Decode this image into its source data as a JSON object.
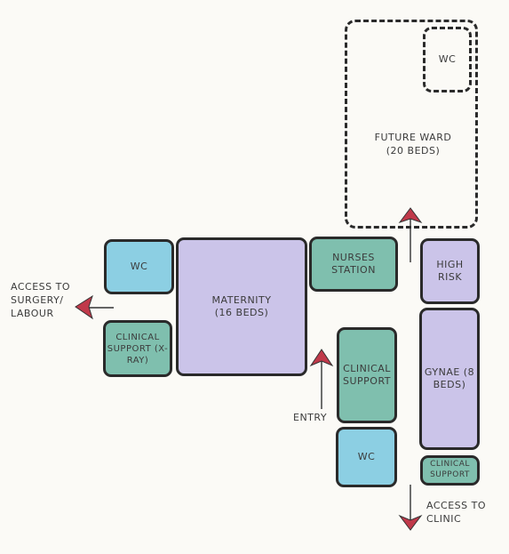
{
  "rooms": {
    "wc_left": "WC",
    "clinical_support_xray": "Clinical Support (X-Ray)",
    "maternity": "Maternity (16 Beds)",
    "nurses_station": "Nurses Station",
    "high_risk": "High Risk",
    "clinical_support_mid": "Clinical Support",
    "wc_bottom": "WC",
    "gynae": "Gynae (8 Beds)",
    "clinical_support_right": "Clinical Support"
  },
  "future": {
    "ward": "Future Ward (20 Beds)",
    "wc": "WC"
  },
  "annotations": {
    "access_surgery": "Access to Surgery/ Labour",
    "entry": "Entry",
    "access_clinic": "Access to Clinic"
  },
  "colors": {
    "maternity_rooms": "#cbc4e9",
    "support_rooms": "#7fbfae",
    "wc_rooms": "#8ccfe3",
    "arrows": "#c0394a"
  }
}
